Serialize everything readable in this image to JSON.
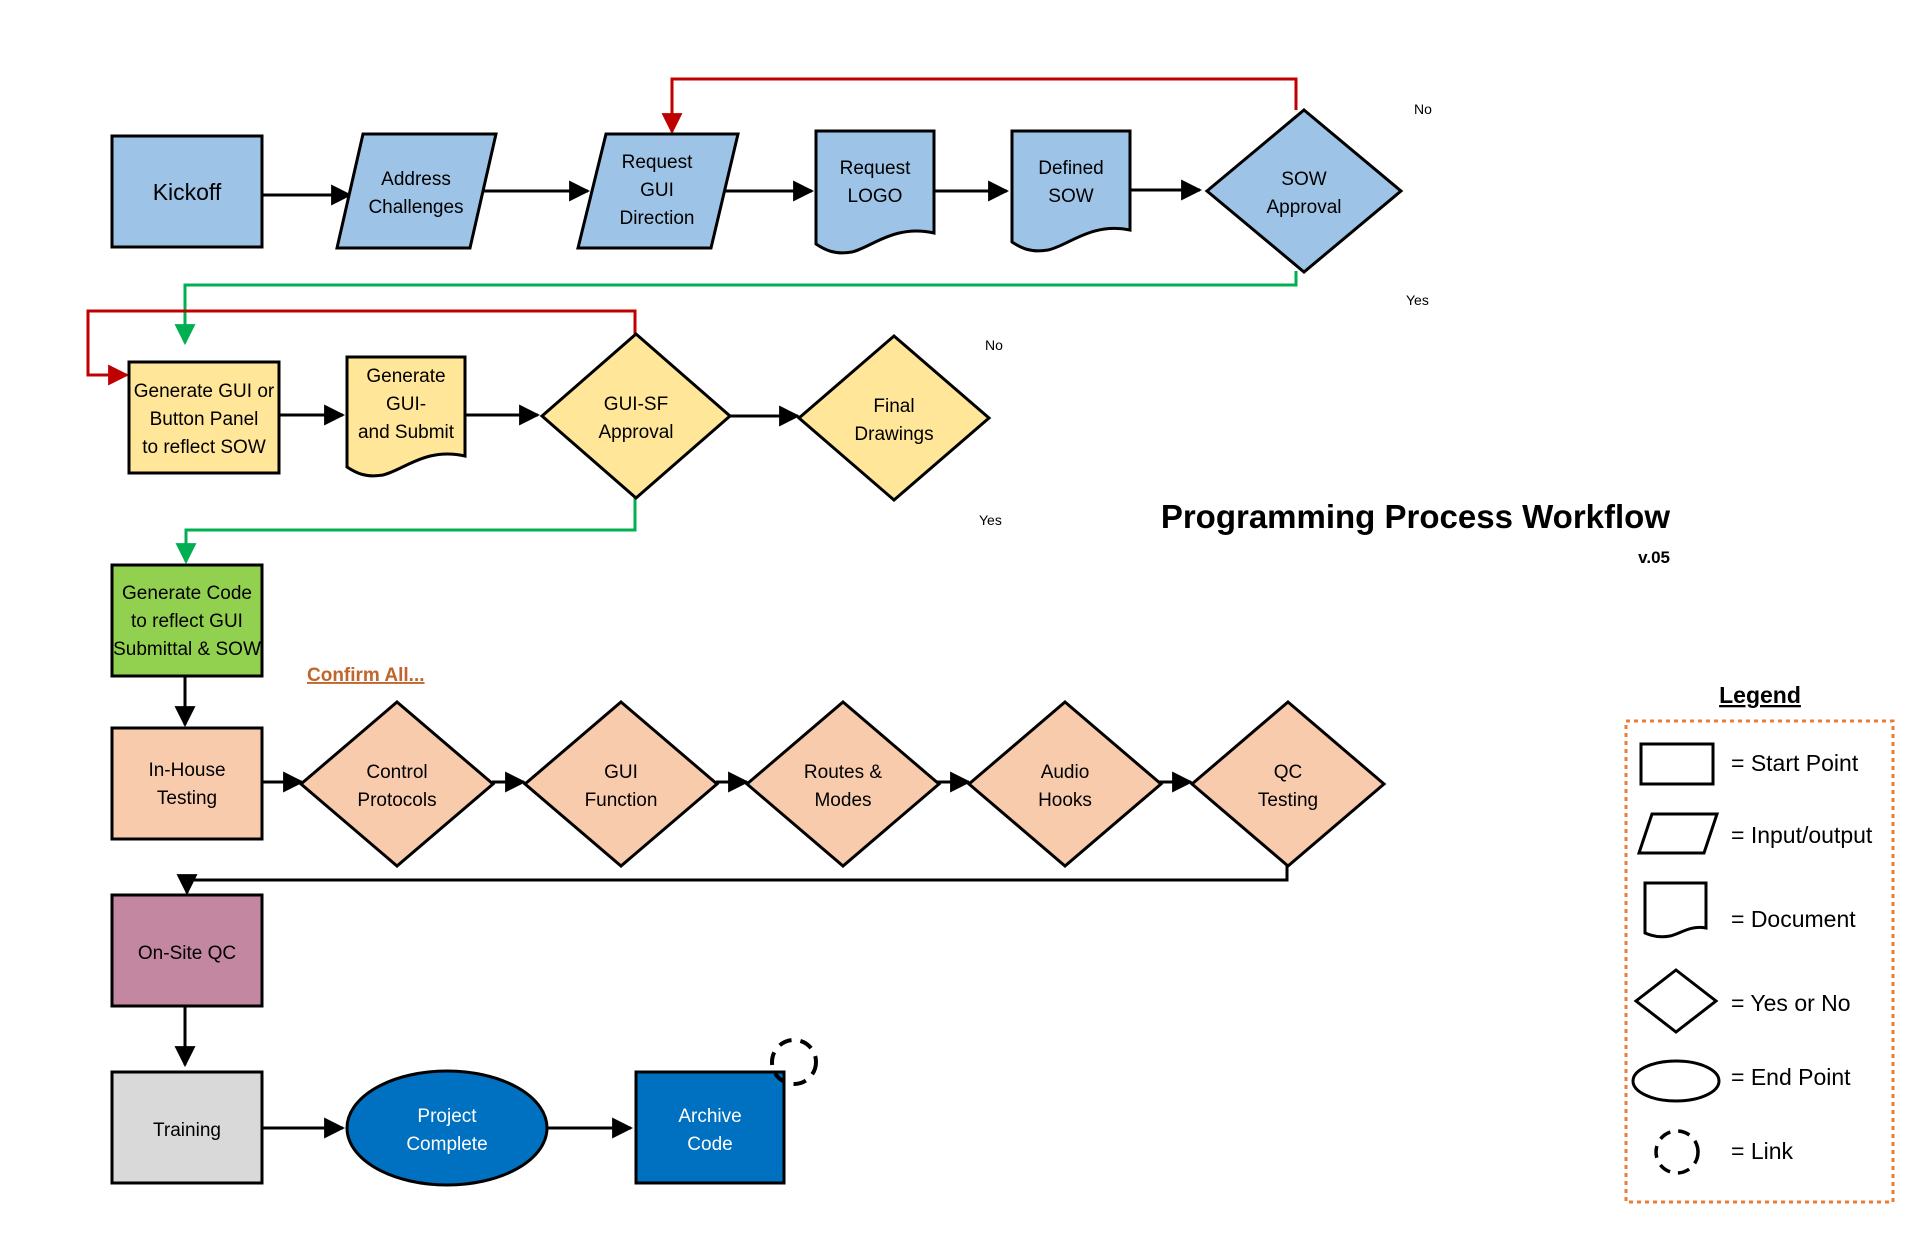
{
  "title": "Programming Process Workflow",
  "version": "v.05",
  "colors": {
    "blue": "#9dc3e6",
    "yellow": "#ffe699",
    "green": "#92d050",
    "peach": "#f8cbad",
    "mauve": "#c387a1",
    "gray": "#d9d9d9",
    "darkblue": "#0070c0",
    "red": "#c00000",
    "greenline": "#00b050",
    "orange": "#ed7d31"
  },
  "nodes": {
    "kickoff": [
      "Kickoff"
    ],
    "address": [
      "Address",
      "Challenges"
    ],
    "request_gui": [
      "Request",
      "GUI",
      "Direction"
    ],
    "request_logo": [
      "Request",
      "LOGO"
    ],
    "defined_sow": [
      "Defined",
      "SOW"
    ],
    "sow_approval": [
      "SOW",
      "Approval"
    ],
    "generate_gui": [
      "Generate GUI or",
      "Button Panel",
      "to reflect SOW"
    ],
    "generate_gui_submit": [
      "Generate",
      "GUI-",
      "and Submit"
    ],
    "gui_sf": [
      "GUI-SF",
      "Approval"
    ],
    "final_drawings": [
      "Final",
      "Drawings"
    ],
    "generate_code": [
      "Generate Code",
      "to reflect GUI",
      "Submittal & SOW"
    ],
    "inhouse": [
      "In-House",
      "Testing"
    ],
    "control_protocols": [
      "Control",
      "Protocols"
    ],
    "gui_function": [
      "GUI",
      "Function"
    ],
    "routes_modes": [
      "Routes &",
      "Modes"
    ],
    "audio_hooks": [
      "Audio",
      "Hooks"
    ],
    "qc_testing": [
      "QC",
      "Testing"
    ],
    "onsite_qc": [
      "On-Site QC"
    ],
    "training": [
      "Training"
    ],
    "project_complete": [
      "Project",
      "Complete"
    ],
    "archive_code": [
      "Archive",
      "Code"
    ]
  },
  "branch_labels": {
    "sow_no": "No",
    "sow_yes": "Yes",
    "gui_no": "No",
    "gui_yes": "Yes"
  },
  "confirm_all": "Confirm All...",
  "legend": {
    "title": "Legend",
    "items": [
      {
        "icon": "rectangle",
        "label": "= Start Point"
      },
      {
        "icon": "parallelogram",
        "label": "= Input/output"
      },
      {
        "icon": "document",
        "label": "= Document"
      },
      {
        "icon": "diamond",
        "label": "= Yes or No"
      },
      {
        "icon": "ellipse",
        "label": "= End Point"
      },
      {
        "icon": "dashed-circle",
        "label": "= Link"
      }
    ]
  }
}
